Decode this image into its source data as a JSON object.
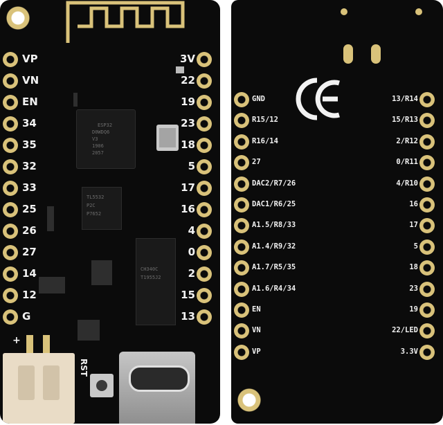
{
  "front": {
    "left_pins": [
      "VP",
      "VN",
      "EN",
      "34",
      "35",
      "32",
      "33",
      "25",
      "26",
      "27",
      "14",
      "12",
      "G"
    ],
    "right_pins": [
      "3V",
      "22",
      "19",
      "23",
      "18",
      "5",
      "17",
      "16",
      "4",
      "0",
      "2",
      "15",
      "13"
    ],
    "plus_mark": "+",
    "rst_label": "RST",
    "chips": {
      "esp": [
        "ESP32",
        "D0WDQ6",
        "V3",
        "1906",
        "2057"
      ],
      "ldo": [
        "TL5532",
        "P2C",
        "P7652"
      ],
      "ch340": [
        "CH340C",
        "T1955J2"
      ]
    }
  },
  "back": {
    "left_pins": [
      "GND",
      "R15/12",
      "R16/14",
      "27",
      "DAC2/R7/26",
      "DAC1/R6/25",
      "A1.5/R8/33",
      "A1.4/R9/32",
      "A1.7/R5/35",
      "A1.6/R4/34",
      "EN",
      "VN",
      "VP"
    ],
    "right_pins": [
      "13/R14",
      "15/R13",
      "2/R12",
      "0/R11",
      "4/R10",
      "16",
      "17",
      "5",
      "18",
      "23",
      "19",
      "22/LED",
      "3.3V"
    ],
    "ce_mark": "CE"
  },
  "colors": {
    "pcb": "#0b0b0b",
    "gold": "#d9c27a",
    "silk": "#f2f2f2"
  }
}
